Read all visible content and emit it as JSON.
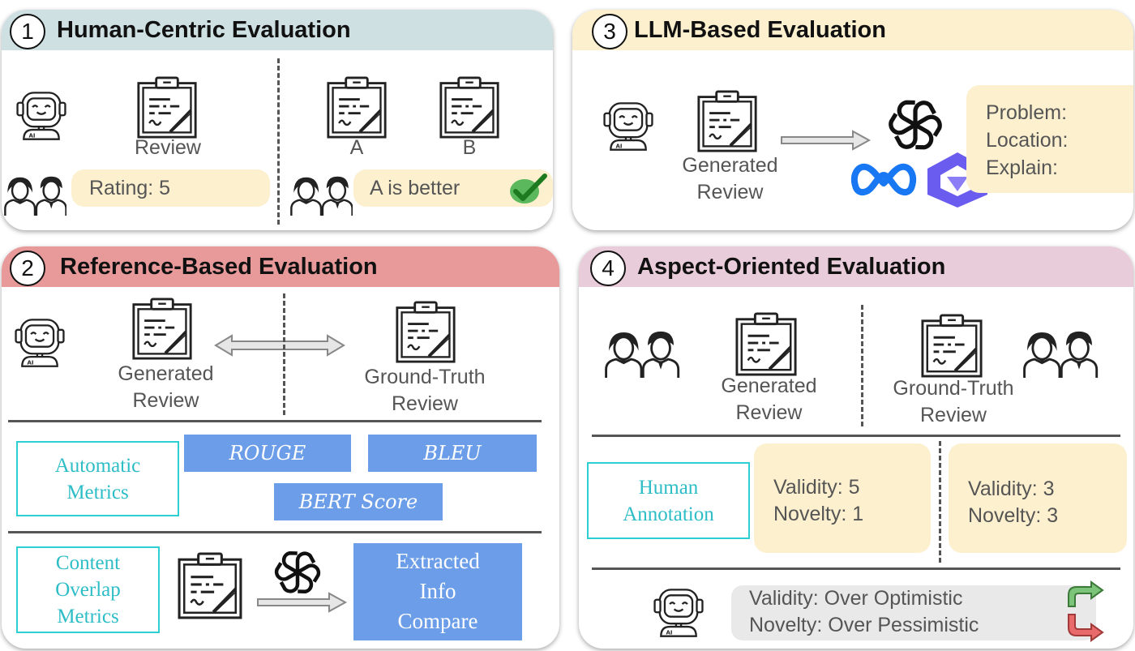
{
  "panel1": {
    "number": "1",
    "title": "Human-Centric Evaluation",
    "review_label": "Review",
    "rating_text": "Rating: 5",
    "a_label": "A",
    "b_label": "B",
    "comparison_text": "A is better"
  },
  "panel2": {
    "number": "2",
    "title": "Reference-Based Evaluation",
    "generated_label": [
      "Generated",
      "Review"
    ],
    "ground_truth_label": [
      "Ground-Truth",
      "Review"
    ],
    "automatic_metrics_label": [
      "Automatic",
      "Metrics"
    ],
    "metrics": [
      "ROUGE",
      "BLEU",
      "BERT Score"
    ],
    "content_overlap_label": [
      "Content",
      "Overlap",
      "Metrics"
    ],
    "extracted_label": [
      "Extracted",
      "Info",
      "Compare"
    ]
  },
  "panel3": {
    "number": "3",
    "title": "LLM-Based Evaluation",
    "generated_label": [
      "Generated",
      "Review"
    ],
    "output_lines": [
      "Problem:",
      "Location:",
      "Explain:"
    ]
  },
  "panel4": {
    "number": "4",
    "title": "Aspect-Oriented Evaluation",
    "generated_label": [
      "Generated",
      "Review"
    ],
    "ground_truth_label": [
      "Ground-Truth",
      "Review"
    ],
    "human_annotation_label": [
      "Human",
      "Annotation"
    ],
    "score_left": [
      "Validity: 5",
      "Novelty: 1"
    ],
    "score_right": [
      "Validity: 3",
      "Novelty: 3"
    ],
    "llm_judgement": [
      "Validity: Over Optimistic",
      "Novelty: Over Pessimistic"
    ]
  },
  "colors": {
    "panel1_header": "#cfe0e3",
    "panel2_header": "#e8999a",
    "panel3_header": "#fdf0cf",
    "panel4_header": "#e9ccd9",
    "yellow_box": "#fdf0cf",
    "metric_blue": "#6b9de8",
    "cyan_border": "#2dcfd3",
    "check_green": "#5cb85c",
    "meta_blue": "#1877f2",
    "qwen_purple": "#6b5cf0"
  }
}
